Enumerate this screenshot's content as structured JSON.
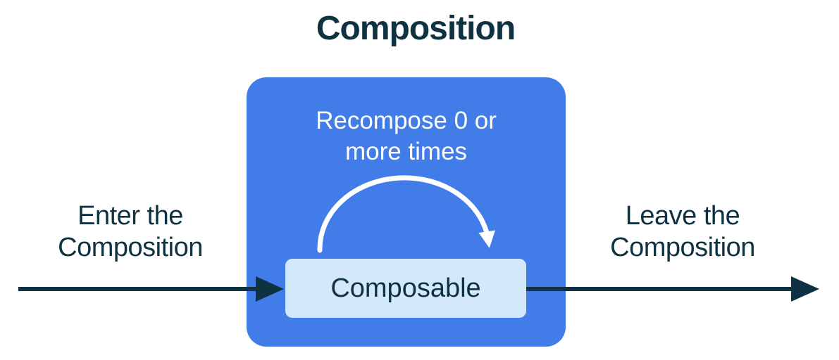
{
  "title": "Composition",
  "colors": {
    "background": "#ffffff",
    "box_blue": "#417ce8",
    "composable_bg": "#d3e8fa",
    "dark_navy": "#0f3242",
    "arc_white": "#ffffff"
  },
  "composition_box": {
    "recompose_lines": [
      "Recompose 0 or",
      "more times"
    ],
    "composable_label": "Composable"
  },
  "left_label_lines": [
    "Enter the",
    "Composition"
  ],
  "right_label_lines": [
    "Leave the",
    "Composition"
  ],
  "icons": {
    "enter_arrow": "arrow-right",
    "leave_arrow": "arrow-right",
    "recompose_arc": "curved-arrow-clockwise"
  }
}
